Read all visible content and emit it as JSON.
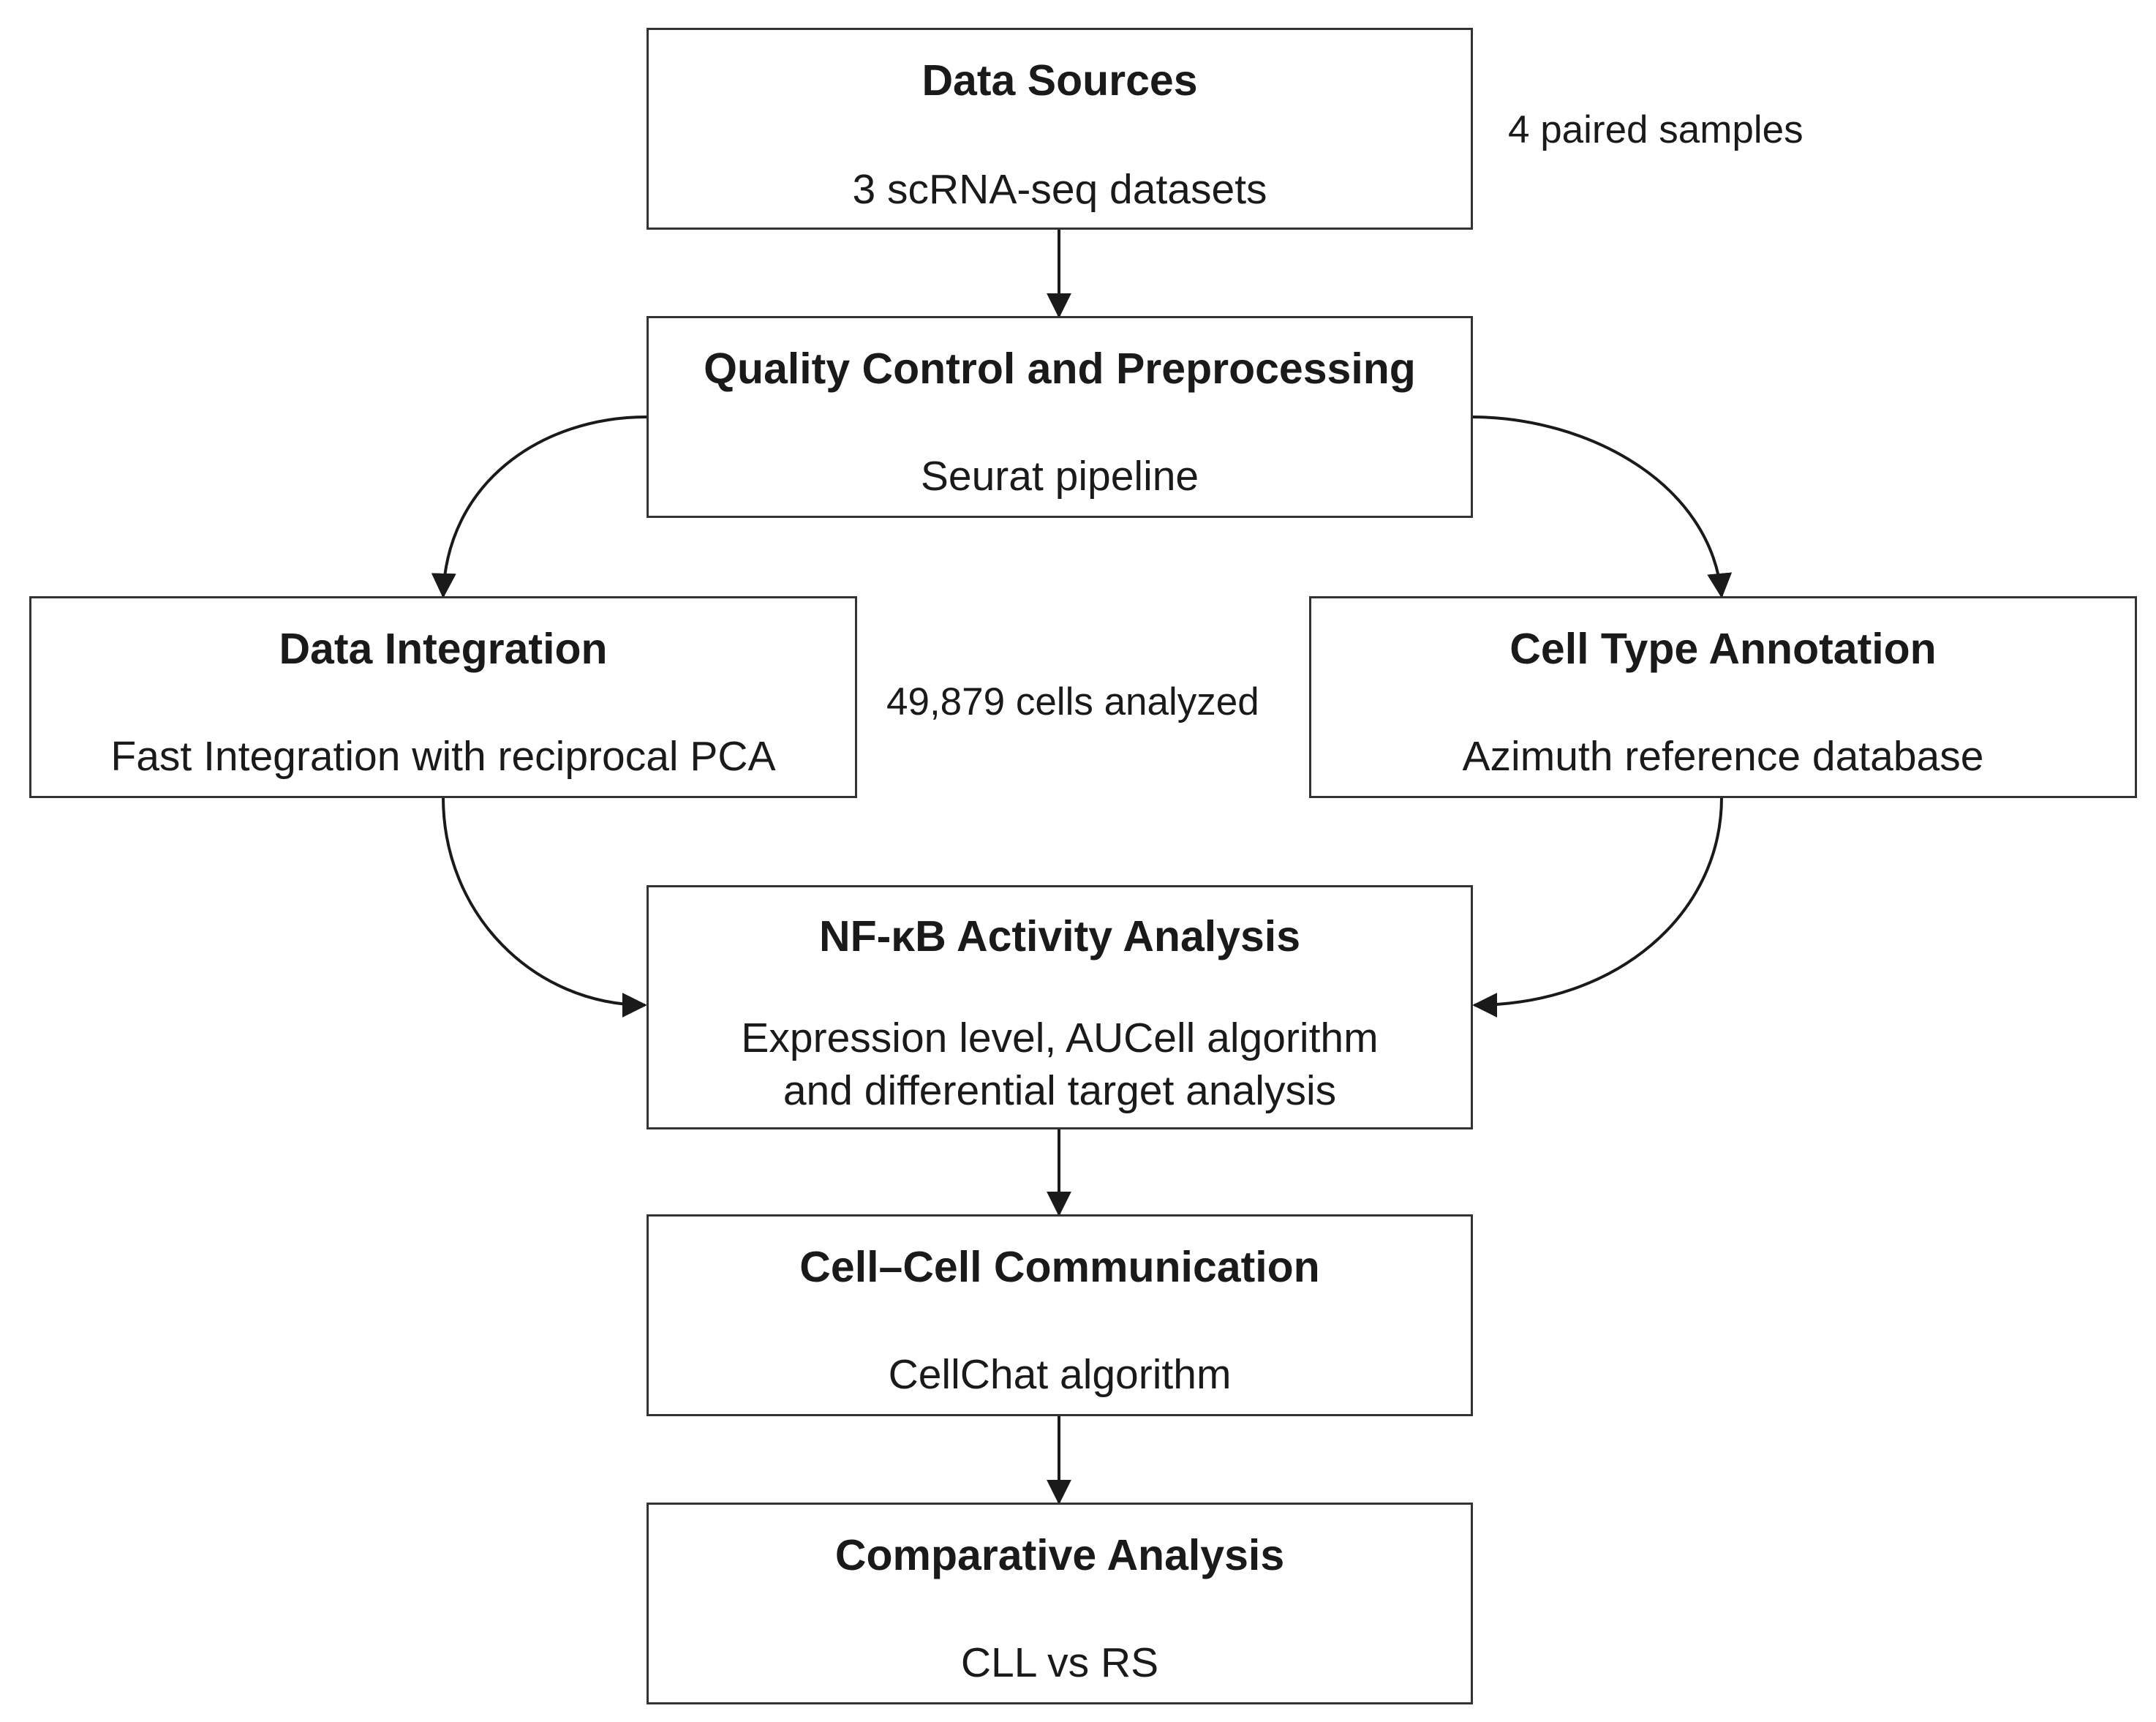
{
  "nodes": {
    "data_sources": {
      "title": "Data Sources",
      "subtitle": "3 scRNA-seq datasets"
    },
    "qc": {
      "title": "Quality Control and Preprocessing",
      "subtitle": "Seurat pipeline"
    },
    "integration": {
      "title": "Data Integration",
      "subtitle": "Fast Integration with reciprocal PCA"
    },
    "annotation": {
      "title": "Cell Type Annotation",
      "subtitle": "Azimuth reference database"
    },
    "nfkb": {
      "title": "NF-κB Activity Analysis",
      "subtitle": "Expression level, AUCell algorithm\nand differential target analysis"
    },
    "communication": {
      "title": "Cell–Cell Communication",
      "subtitle": "CellChat algorithm"
    },
    "comparative": {
      "title": "Comparative Analysis",
      "subtitle": "CLL vs RS"
    }
  },
  "notes": {
    "samples": "4 paired samples",
    "cells": "49,879 cells analyzed"
  },
  "colors": {
    "border": "#333333",
    "arrow": "#1a1a1a",
    "text": "#1a1a1a"
  }
}
